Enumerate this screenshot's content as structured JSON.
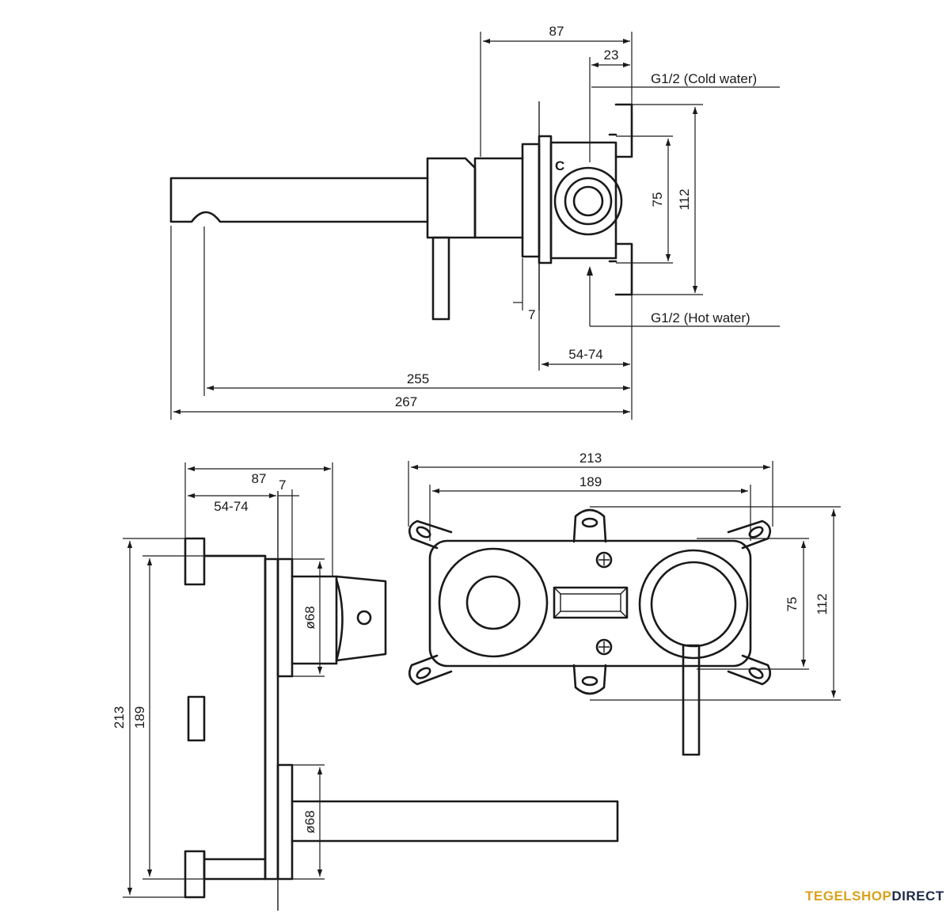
{
  "labels": {
    "cold_water": "G1/2 (Cold water)",
    "hot_water": "G1/2 (Hot water)",
    "cold_marker": "C"
  },
  "dimensions": {
    "top_87": "87",
    "top_23": "23",
    "top_75": "75",
    "top_112": "112",
    "top_7": "7",
    "top_54_74": "54-74",
    "top_255": "255",
    "top_267": "267",
    "side_87": "87",
    "side_7": "7",
    "side_54_74": "54-74",
    "side_213": "213",
    "side_189": "189",
    "side_d68_upper": "ø68",
    "side_d68_lower": "ø68",
    "front_213": "213",
    "front_189": "189",
    "front_75": "75",
    "front_112": "112"
  },
  "brand": {
    "part1": "TEGELSHOP",
    "part2": "DIRECT"
  }
}
